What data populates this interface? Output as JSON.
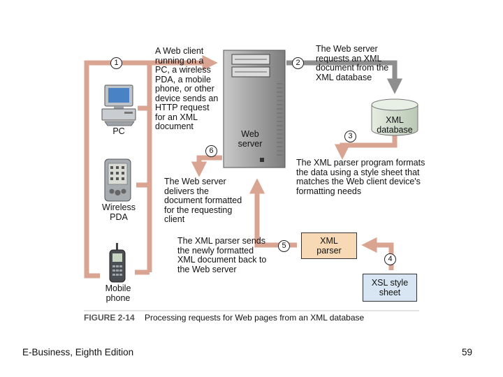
{
  "labels": {
    "step1_text": "A Web client\nrunning on a\nPC, a wireless\nPDA, a mobile\nphone, or other\ndevice sends an\nHTTP request\nfor an XML\ndocument",
    "step2_text": "The Web server\nrequests an XML\ndocument from the\nXML database",
    "step3_text": "The XML parser program formats\nthe data using a style sheet that\nmatches the Web client device's\nformatting needs",
    "step5_text": "The XML parser sends\nthe newly formatted\nXML document back to\nthe Web server",
    "step6_text": "The Web server\ndelivers the\ndocument formatted\nfor the requesting\nclient"
  },
  "step_numbers": [
    "1",
    "2",
    "3",
    "4",
    "5",
    "6"
  ],
  "devices": {
    "pc": "PC",
    "pda": "Wireless\nPDA",
    "phone": "Mobile\nphone"
  },
  "components": {
    "web_server": "Web\nserver",
    "xml_database": "XML\ndatabase",
    "xml_parser": "XML\nparser",
    "xsl_sheet": "XSL style\nsheet"
  },
  "figure": {
    "number": "FIGURE 2-14",
    "caption": "Processing requests for Web pages from an XML database"
  },
  "footer": {
    "book": "E-Business, Eighth Edition",
    "page": "59"
  },
  "colors": {
    "arrow_salmon": "#d9a491",
    "arrow_gray": "#8e8e8e",
    "parser_fill": "#f7d9b5",
    "xsl_fill": "#d7e6f2",
    "db_fill": "#d8e4d4",
    "server_fill": "#9a9a9a"
  }
}
